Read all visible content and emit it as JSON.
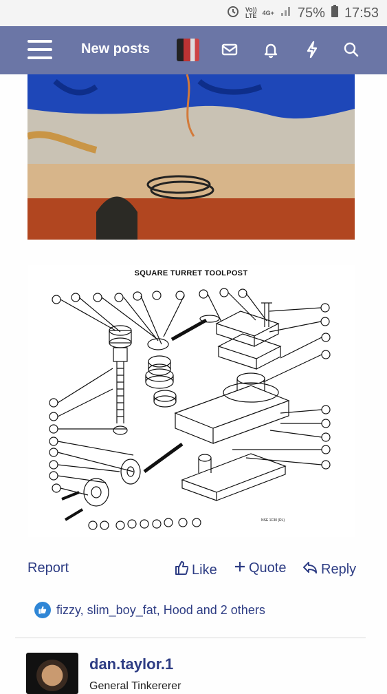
{
  "status_bar": {
    "volte": "Vo))",
    "volte_sub": "LTE",
    "network": "4G+",
    "battery": "75%",
    "time": "17:53"
  },
  "navbar": {
    "title": "New posts",
    "icons": [
      "menu-icon",
      "message-icon",
      "bell-icon",
      "lightning-icon",
      "search-icon"
    ],
    "color": "#6b76a6"
  },
  "diagram": {
    "title": "SQUARE TURRET TOOLPOST"
  },
  "actions": {
    "report": "Report",
    "like": "Like",
    "quote": "Quote",
    "reply": "Reply"
  },
  "reactions": {
    "text": "fizzy, slim_boy_fat, Hood and 2 others"
  },
  "next_post": {
    "username": "dan.taylor.1",
    "user_title": "General Tinkererer"
  },
  "colors": {
    "link": "#2e3d84",
    "like_badge": "#2f86d6"
  }
}
